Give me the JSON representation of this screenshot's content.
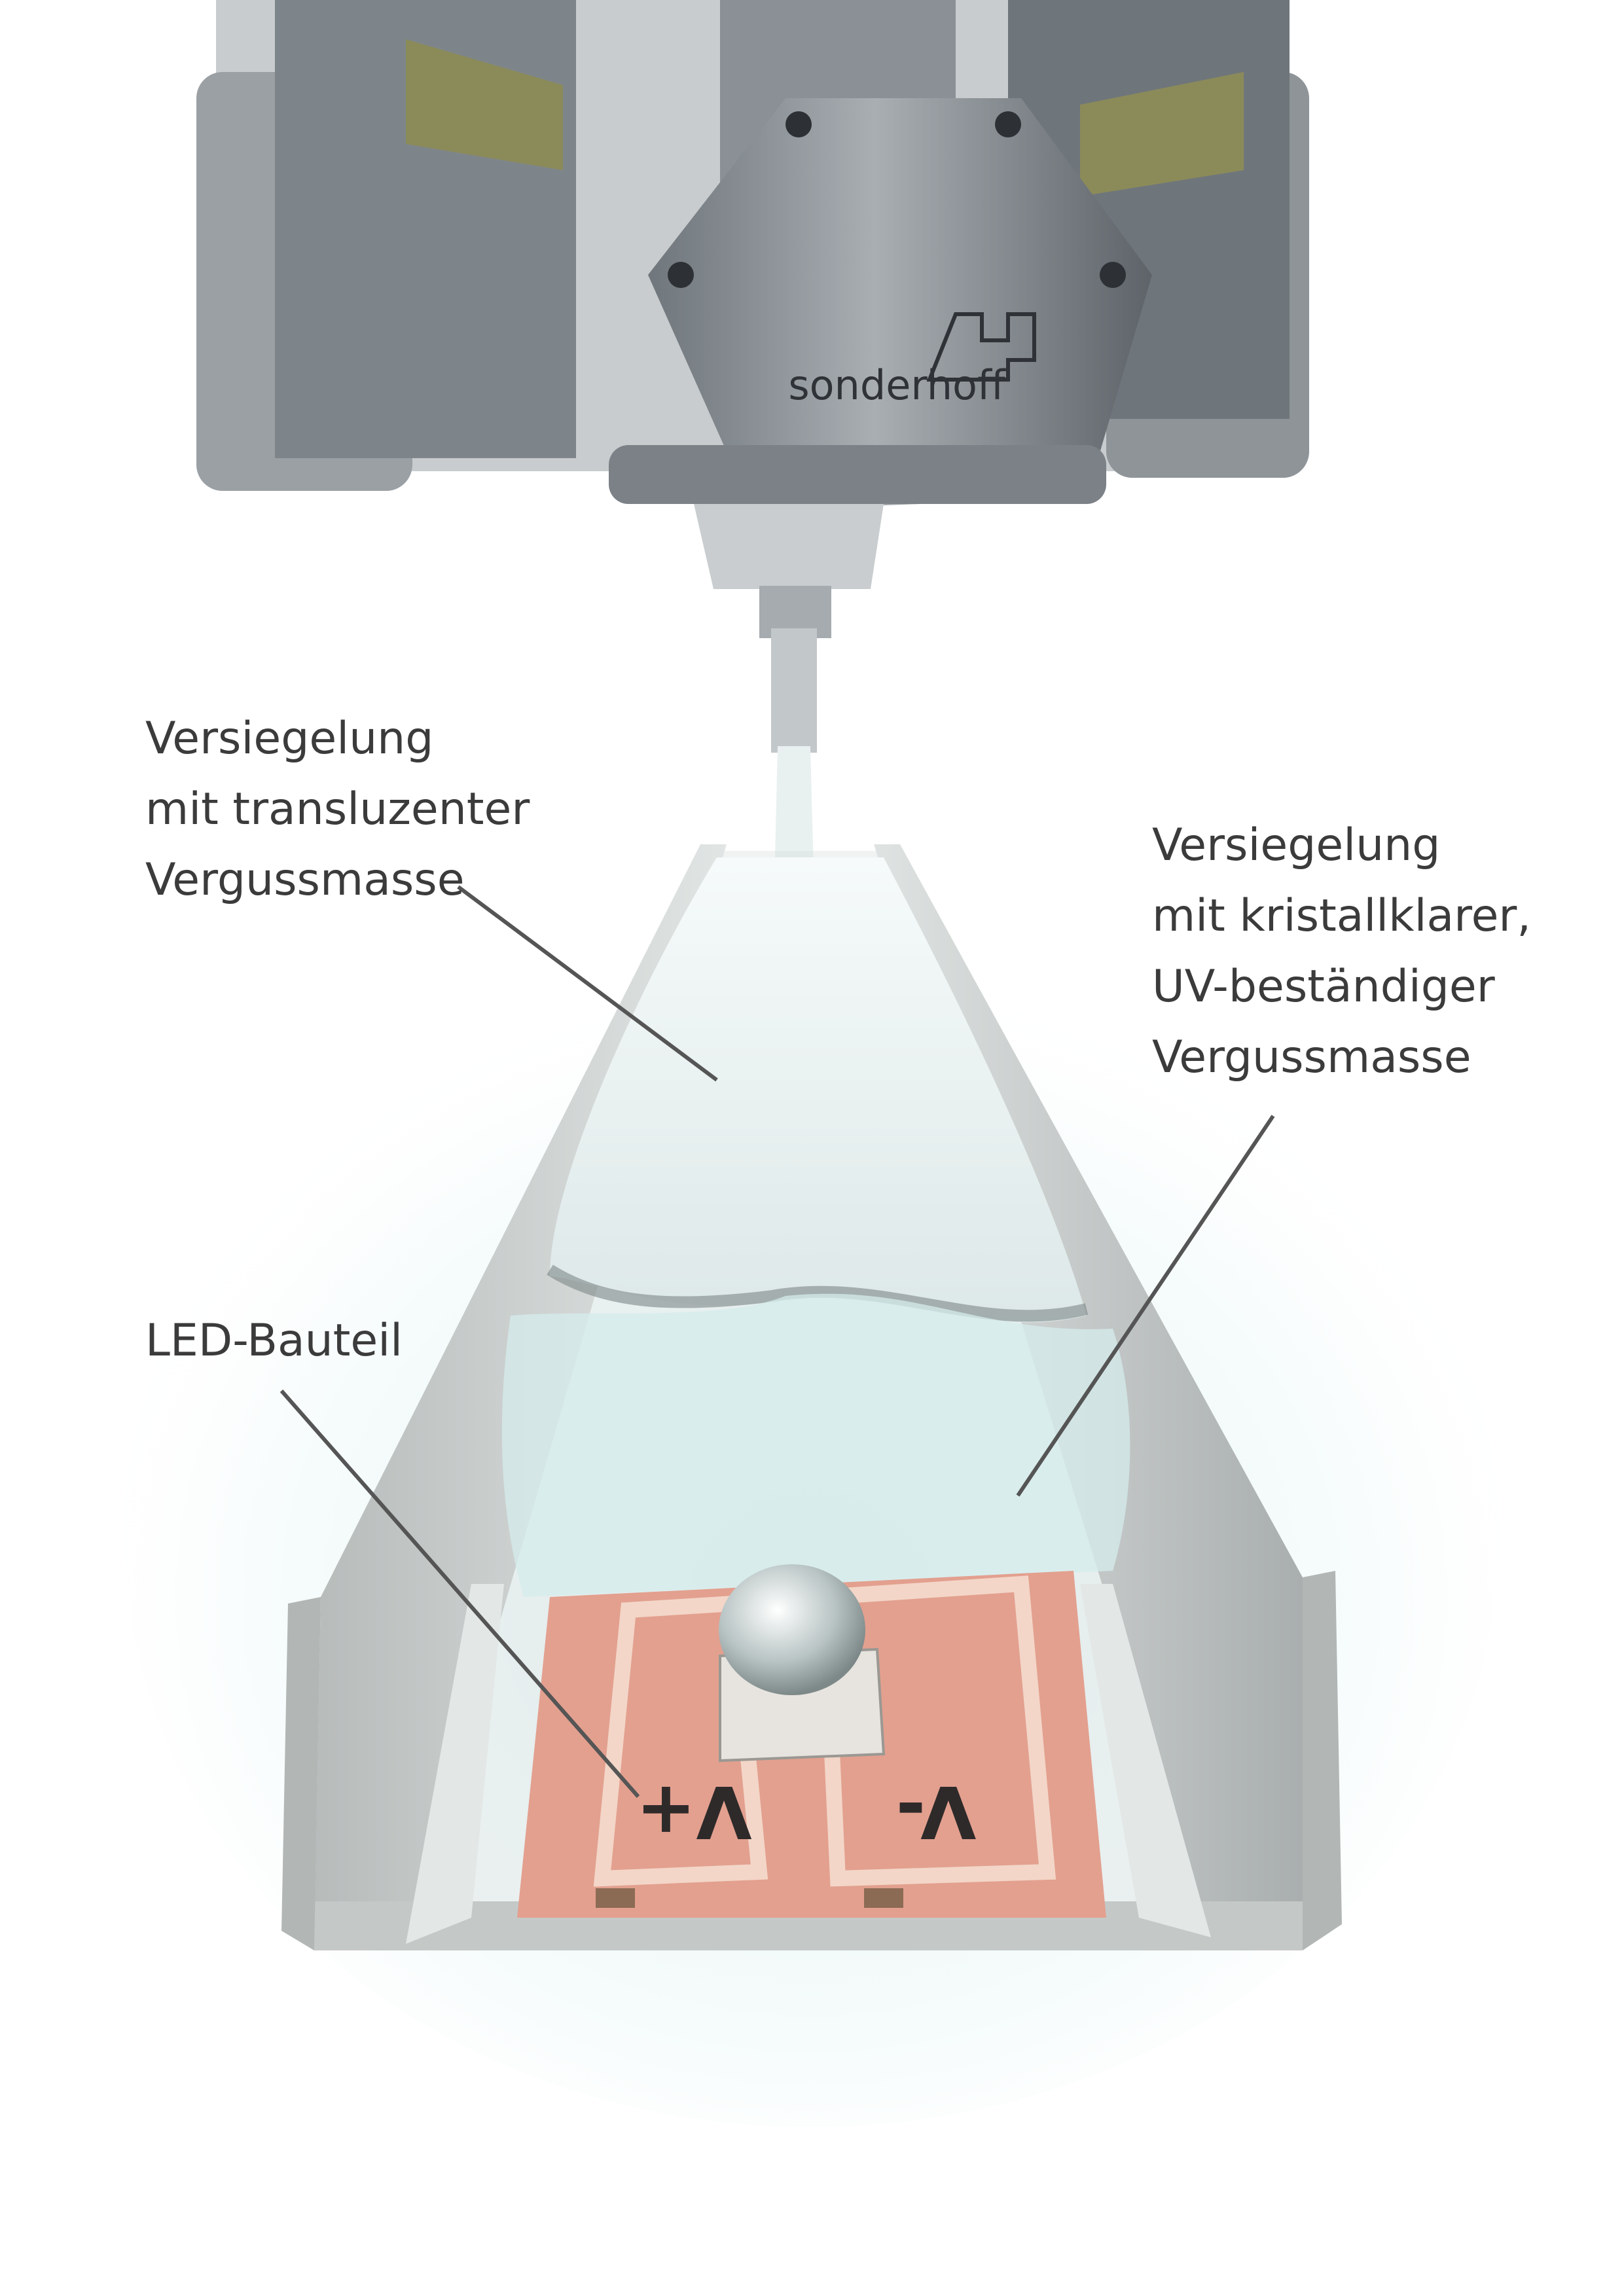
{
  "brand": {
    "name": "sonderhoff"
  },
  "labels": {
    "translucent": [
      "Versiegelung",
      "mit transluzenter",
      "Vergussmasse"
    ],
    "clear": [
      "Versiegelung",
      "mit kristallklarer,",
      "UV-beständiger",
      "Vergussmasse"
    ],
    "led": [
      "LED-Bauteil"
    ]
  },
  "pcb_marks": {
    "plus": "V+",
    "minus": "V-"
  },
  "colors": {
    "machine_metal": "#8d949a",
    "machine_dark": "#4a5056",
    "channel_metal": "#c9cdcc",
    "translucent_compound": "#eef4f4",
    "clear_compound": "#d9eeee",
    "pcb": "#e3a08f",
    "pcb_trace": "#f3d6c8",
    "leader_line": "#555555",
    "label_text": "#3b3b3b"
  }
}
